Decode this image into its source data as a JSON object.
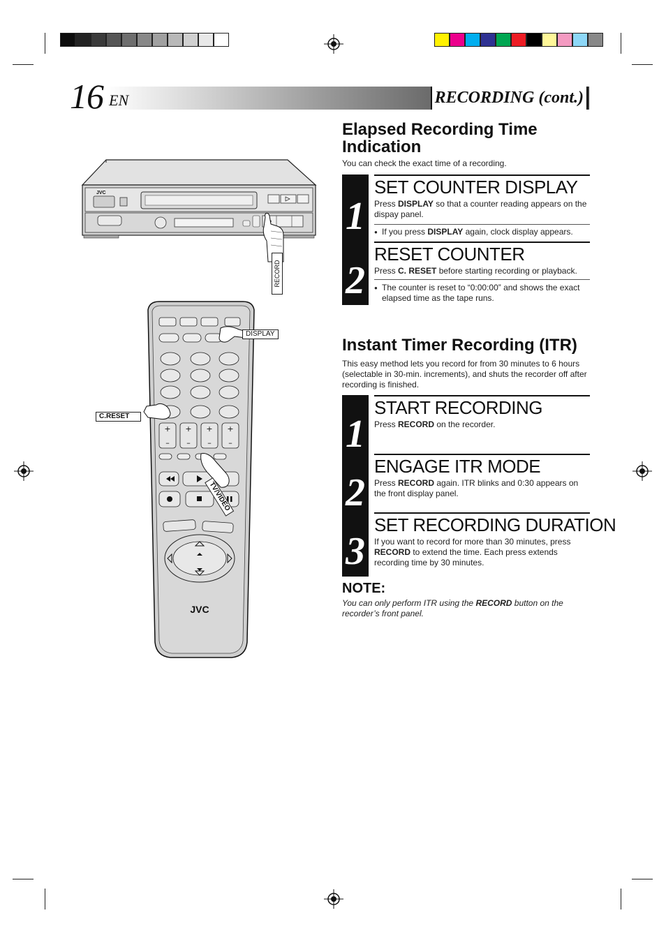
{
  "header": {
    "page_number": "16",
    "page_lang": "EN",
    "section_title": "RECORDING (cont.)"
  },
  "elapsed": {
    "heading_line1": "Elapsed Recording Time",
    "heading_line2": "Indication",
    "intro": "You can check the exact time of a recording.",
    "steps": [
      {
        "number": "1",
        "title": "SET COUNTER DISPLAY",
        "text_pre": "Press ",
        "text_bold": "DISPLAY",
        "text_post": " so that a counter reading appears on the dispay panel.",
        "bullet_pre": "If you press ",
        "bullet_bold": "DISPLAY",
        "bullet_post": " again, clock display appears."
      },
      {
        "number": "2",
        "title": "RESET COUNTER",
        "text_pre": "Press ",
        "text_bold": "C. RESET",
        "text_post": " before starting recording or playback.",
        "bullet": "The counter is reset to “0:00:00” and shows the exact elapsed time as the tape runs."
      }
    ]
  },
  "itr": {
    "heading": "Instant Timer Recording (ITR)",
    "intro": "This easy method lets you record for from 30 minutes to 6 hours (selectable in 30-min. increments), and shuts the recorder off after recording is finished.",
    "steps": [
      {
        "number": "1",
        "title": "START RECORDING",
        "text_pre": "Press ",
        "text_bold": "RECORD",
        "text_post": " on the recorder."
      },
      {
        "number": "2",
        "title": "ENGAGE ITR MODE",
        "text_pre": "Press ",
        "text_bold": "RECORD",
        "text_post": " again. ITR blinks and 0:30 appears on the front display panel."
      },
      {
        "number": "3",
        "title": "SET RECORDING DURATION",
        "text_pre": "If you want to record for more than 30 minutes, press ",
        "text_bold": "RECORD",
        "text_post": " to extend the time. Each press extends recording time by 30 minutes."
      }
    ]
  },
  "note": {
    "title": "NOTE:",
    "text_pre": "You can only perform ITR using the ",
    "text_bold": "RECORD",
    "text_post": " button on the recorder’s front panel."
  },
  "illustration": {
    "vcr_brand": "JVC",
    "remote_brand": "JVC",
    "callout_record": "RECORD",
    "callout_display": "DISPLAY",
    "callout_creset": "C.RESET",
    "callout_tvvideo": "TV/VIDEO"
  },
  "print_marks": {
    "gray_swatches": [
      "#0c0c0c",
      "#222222",
      "#3a3a3a",
      "#555555",
      "#6e6e6e",
      "#888888",
      "#a0a0a0",
      "#b8b8b8",
      "#d0d0d0",
      "#e8e8e8",
      "#ffffff"
    ],
    "color_swatches": [
      "#fff200",
      "#ec008c",
      "#00aeef",
      "#2e3192",
      "#00a651",
      "#ed1c24",
      "#000000",
      "#fff799",
      "#f49ac1",
      "#8dd7f7",
      "#888888"
    ]
  }
}
